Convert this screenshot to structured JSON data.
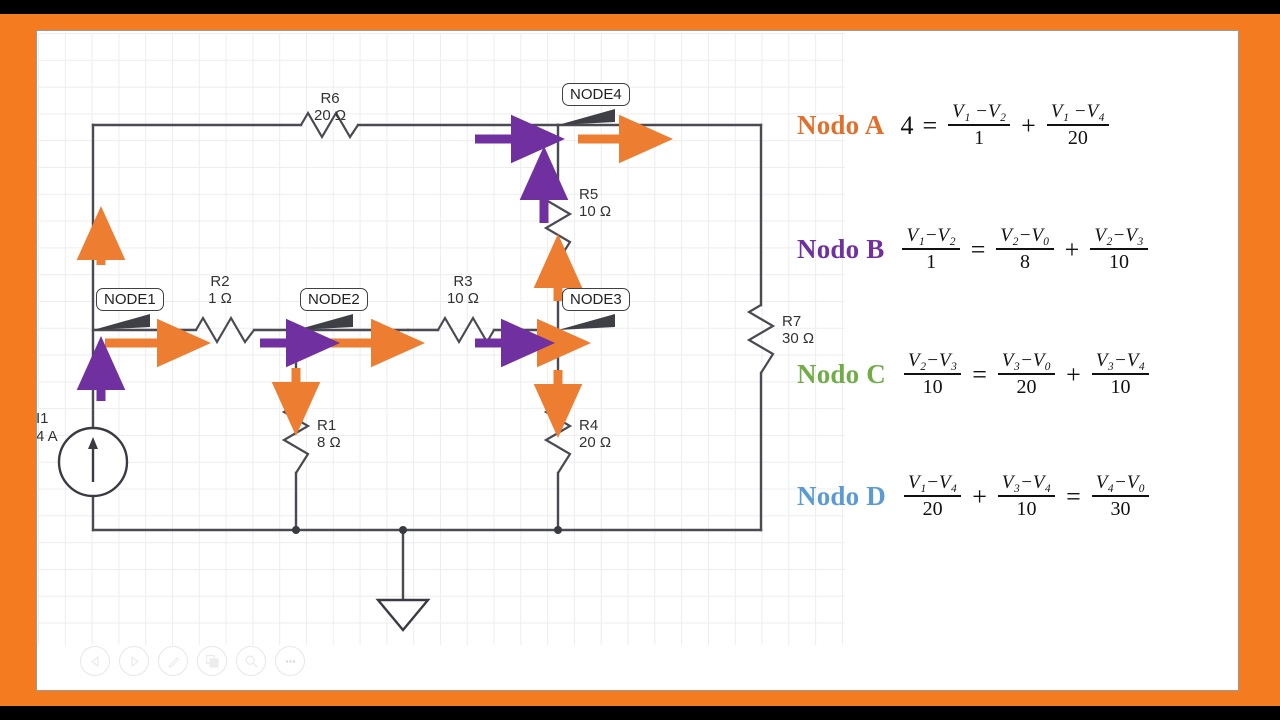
{
  "window": {
    "background_color": "#f57b20",
    "panel_color": "#ffffff",
    "letterbox_color": "#000000"
  },
  "schematic": {
    "title": "Nodal analysis circuit",
    "components": [
      {
        "id": "R6",
        "label": "R6",
        "value": "20 Ω",
        "orientation": "horizontal"
      },
      {
        "id": "R5",
        "label": "R5",
        "value": "10 Ω",
        "orientation": "vertical"
      },
      {
        "id": "R2",
        "label": "R2",
        "value": "1 Ω",
        "orientation": "horizontal"
      },
      {
        "id": "R3",
        "label": "R3",
        "value": "10 Ω",
        "orientation": "horizontal"
      },
      {
        "id": "R7",
        "label": "R7",
        "value": "30 Ω",
        "orientation": "vertical"
      },
      {
        "id": "R1",
        "label": "R1",
        "value": "8 Ω",
        "orientation": "vertical"
      },
      {
        "id": "R4",
        "label": "R4",
        "value": "20 Ω",
        "orientation": "vertical"
      },
      {
        "id": "I1",
        "label": "I1",
        "value": "4 A",
        "orientation": "vertical",
        "type": "current-source"
      }
    ],
    "nodes": [
      {
        "id": "NODE1",
        "label": "NODE1"
      },
      {
        "id": "NODE2",
        "label": "NODE2"
      },
      {
        "id": "NODE3",
        "label": "NODE3"
      },
      {
        "id": "NODE4",
        "label": "NODE4"
      }
    ],
    "arrow_colors": {
      "orange": "#ED7D31",
      "purple": "#7030A0"
    },
    "wire_color": "#4a4a52",
    "grid_color": "#ededed"
  },
  "equations": [
    {
      "key": "nodoA",
      "name": "Nodo A",
      "color": "#E1702C",
      "lhs_plain": "4",
      "relation": "=",
      "terms": [
        {
          "num": "V₁ −V₂",
          "den": "1"
        },
        {
          "op": "+"
        },
        {
          "num": "V₁ −V₄",
          "den": "20"
        }
      ]
    },
    {
      "key": "nodoB",
      "name": "Nodo B",
      "color": "#7030A0",
      "lhs_frac": {
        "num": "V₁−V₂",
        "den": "1"
      },
      "relation": "=",
      "terms": [
        {
          "num": "V₂−V₀",
          "den": "8"
        },
        {
          "op": "+"
        },
        {
          "num": "V₂−V₃",
          "den": "10"
        }
      ]
    },
    {
      "key": "nodoC",
      "name": "Nodo C",
      "color": "#70AD47",
      "lhs_frac": {
        "num": "V₂−V₃",
        "den": "10"
      },
      "relation": "=",
      "terms": [
        {
          "num": "V₃−V₀",
          "den": "20"
        },
        {
          "op": "+"
        },
        {
          "num": "V₃−V₄",
          "den": "10"
        }
      ]
    },
    {
      "key": "nodoD",
      "name": "Nodo D",
      "color": "#5B9BD5",
      "lhs_frac": {
        "num": "V₁−V₄",
        "den": "20"
      },
      "mid_op": "+",
      "lhs_frac2": {
        "num": "V₃−V₄",
        "den": "10"
      },
      "relation": "=",
      "terms": [
        {
          "num": "V₄−V₀",
          "den": "30"
        }
      ]
    }
  ],
  "toolbar": {
    "buttons": [
      {
        "name": "previous-button",
        "icon": "triangle-left-icon"
      },
      {
        "name": "next-button",
        "icon": "triangle-right-icon"
      },
      {
        "name": "pen-button",
        "icon": "pen-icon"
      },
      {
        "name": "copy-button",
        "icon": "copy-icon"
      },
      {
        "name": "zoom-button",
        "icon": "magnifier-icon"
      },
      {
        "name": "more-button",
        "icon": "ellipsis-icon"
      }
    ]
  },
  "labels": {
    "R6_name": "R6",
    "R6_value": "20 Ω",
    "R5_name": "R5",
    "R5_value": "10 Ω",
    "R2_name": "R2",
    "R2_value": "1 Ω",
    "R3_name": "R3",
    "R3_value": "10 Ω",
    "R7_name": "R7",
    "R7_value": "30 Ω",
    "R1_name": "R1",
    "R1_value": "8 Ω",
    "R4_name": "R4",
    "R4_value": "20 Ω",
    "I1_name": "I1",
    "I1_value": "4 A",
    "node1": "NODE1",
    "node2": "NODE2",
    "node3": "NODE3",
    "node4": "NODE4"
  }
}
